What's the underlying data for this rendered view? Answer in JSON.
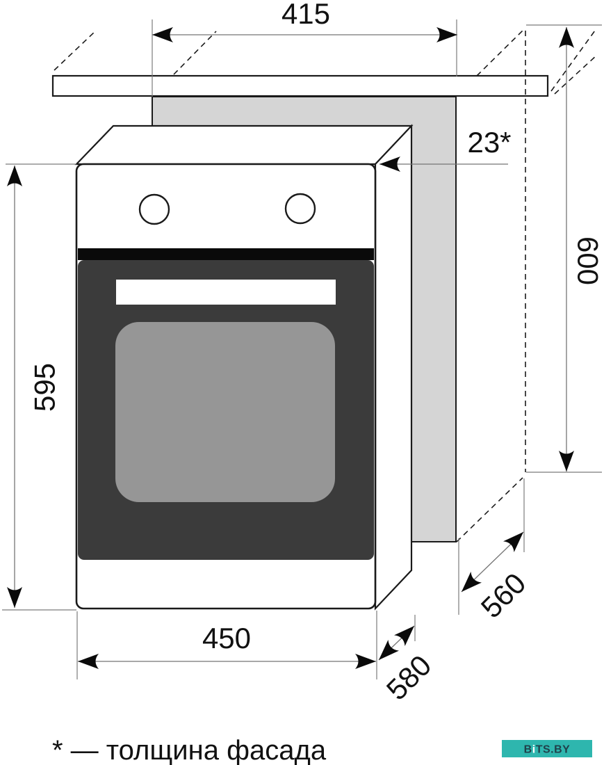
{
  "diagram": {
    "type": "oven installation dimensions drawing",
    "dimensions": {
      "top_width": "415",
      "facade_thickness": "23*",
      "niche_height": "600",
      "oven_height": "595",
      "oven_width": "450",
      "oven_depth": "580",
      "niche_depth": "560"
    },
    "footnote": "* — толщина фасада",
    "watermark": {
      "part_b": "B",
      "part_i": "i",
      "part_rest": "TS.BY"
    },
    "colors": {
      "cabinet_panel_gray": "#d5d5d5",
      "door_dark": "#3b3b3b",
      "glass_gray": "#969696",
      "outline_black": "#1a1a1a",
      "dimension_line_gray": "#757575",
      "watermark_teal": "#2eb6ae",
      "watermark_text_dark": "#20414b",
      "watermark_i_white": "#ffffff"
    }
  }
}
